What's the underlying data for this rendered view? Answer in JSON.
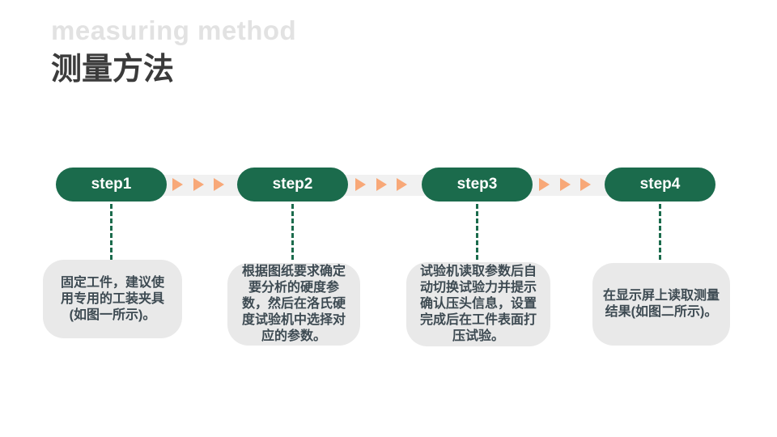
{
  "header": {
    "subtitle_en": "measuring method",
    "title_zh": "测量方法"
  },
  "flow": {
    "arrows_per_gap": 3,
    "steps": [
      {
        "label": "step1",
        "description": "固定工件，建议使\n用专用的工装夹具\n(如图一所示)。"
      },
      {
        "label": "step2",
        "description": "根据图纸要求确定\n要分析的硬度参\n数，然后在洛氏硬\n度试验机中选择对\n应的参数。"
      },
      {
        "label": "step3",
        "description": "试验机读取参数后自\n动切换试验力并提示\n确认压头信息，设置\n完成后在工件表面打\n压试验。"
      },
      {
        "label": "step4",
        "description": "在显示屏上读取测量\n结果(如图二所示)。"
      }
    ]
  },
  "colors": {
    "step_green": "#1B6B4C",
    "arrow_orange": "#F8A878",
    "track_gray": "#F1F1F1",
    "card_gray": "#E9E9E9",
    "card_text": "#3D4A52",
    "title_dark": "#3B3B3B",
    "subtitle_gray": "#E2E2E2"
  }
}
